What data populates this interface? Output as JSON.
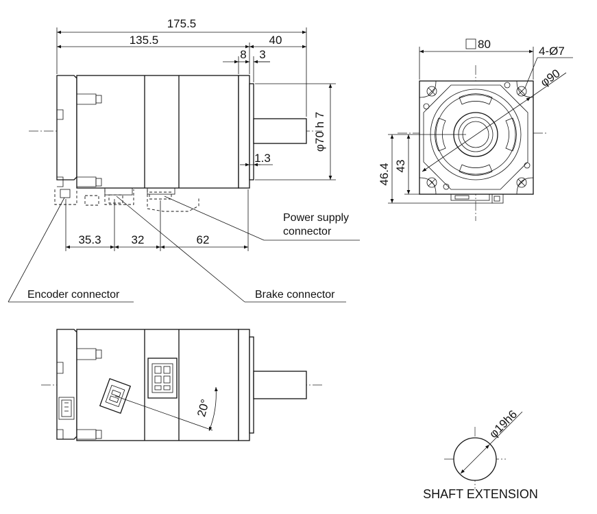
{
  "dimensions": {
    "overall_length": "175.5",
    "body_length": "135.5",
    "shaft_length": "40",
    "flange_thickness": "8",
    "spigot_depth": "3",
    "pilot_diameter": "φ70 h 7",
    "flange_step": "1.3",
    "encoder_offset": "35.3",
    "brake_offset": "32",
    "power_offset": "62",
    "flange_square": "80",
    "mount_holes": "4-Ø7",
    "bolt_circle": "φ90",
    "connector_height_a": "46.4",
    "connector_height_b": "43",
    "connector_angle": "20°",
    "shaft_diameter": "φ19h6"
  },
  "labels": {
    "power_supply_connector_line1": "Power supply",
    "power_supply_connector_line2": "connector",
    "encoder_connector": "Encoder connector",
    "brake_connector": "Brake connector",
    "shaft_extension": "SHAFT EXTENSION"
  }
}
